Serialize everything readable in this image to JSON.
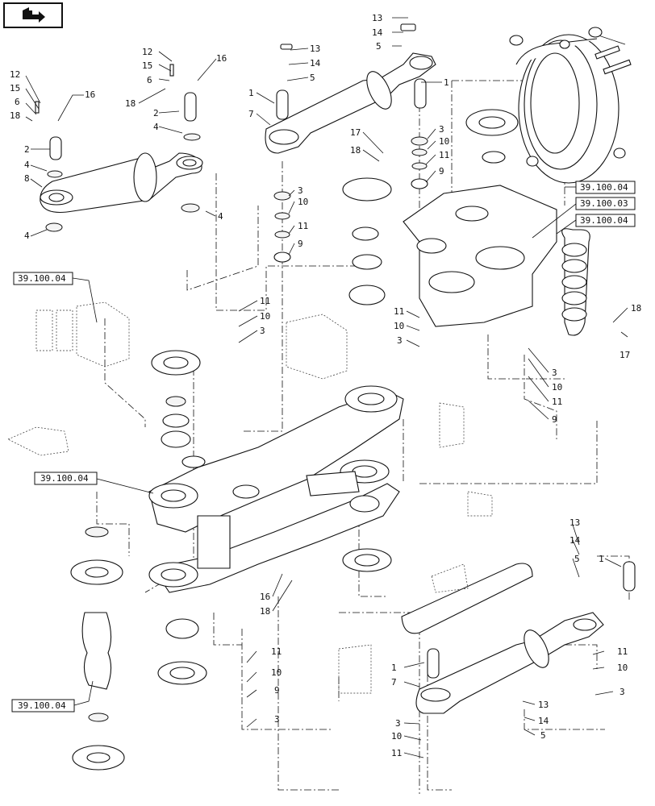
{
  "nav_icon": "page-navigation-arrow-icon",
  "reference_labels": [
    "39.100.04",
    "39.100.03",
    "39.100.04",
    "39.100.04",
    "39.100.04",
    "39.100.04"
  ],
  "callouts": [
    "13",
    "14",
    "5",
    "1",
    "12",
    "15",
    "6",
    "18",
    "16",
    "2",
    "4",
    "8",
    "4",
    "4",
    "12",
    "15",
    "6",
    "18",
    "16",
    "2",
    "4",
    "13",
    "14",
    "5",
    "1",
    "7",
    "3",
    "10",
    "11",
    "9",
    "3",
    "10",
    "11",
    "9",
    "17",
    "18",
    "3",
    "10",
    "11",
    "9",
    "11",
    "10",
    "3",
    "11",
    "10",
    "3",
    "3",
    "10",
    "11",
    "9",
    "18",
    "17",
    "13",
    "14",
    "5",
    "1",
    "16",
    "18",
    "1",
    "7",
    "11",
    "10",
    "9",
    "3",
    "11",
    "10",
    "3",
    "3",
    "10",
    "11",
    "13",
    "14",
    "5"
  ]
}
